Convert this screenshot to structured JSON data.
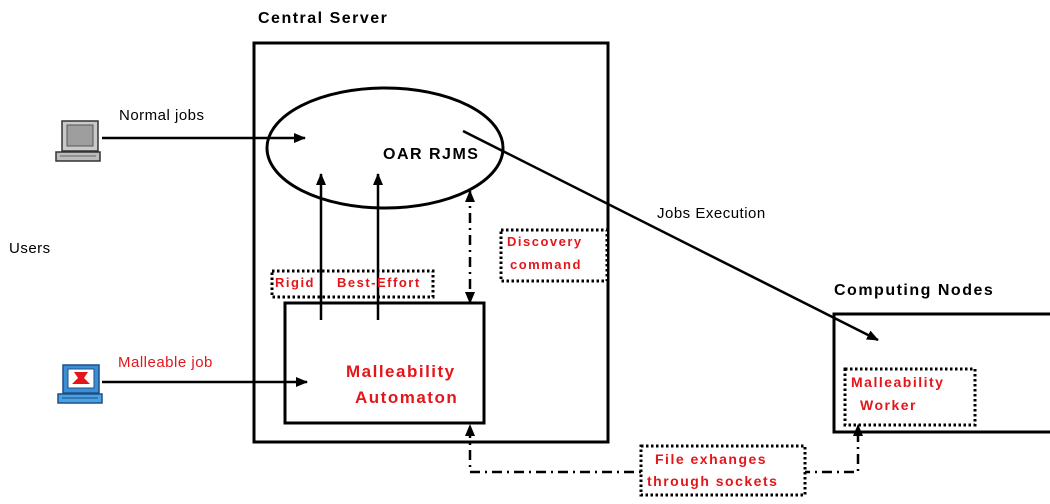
{
  "labels": {
    "central_server": "Central Server",
    "computing_nodes": "Computing Nodes",
    "users": "Users",
    "normal_jobs": "Normal jobs",
    "malleable_job": "Malleable job",
    "oar_rjms": "OAR RJMS",
    "jobs_execution": "Jobs Execution",
    "rigid": "Rigid",
    "best_effort": "Best-Effort",
    "discovery_line1": "Discovery",
    "discovery_line2": "command",
    "automaton_line1": "Malleability",
    "automaton_line2": "Automaton",
    "worker_line1": "Malleability",
    "worker_line2": "Worker",
    "file_line1": "File exhanges",
    "file_line2": "through sockets"
  },
  "colors": {
    "accent_red": "#e3161b",
    "stroke": "#000000"
  },
  "icons": [
    "computer-terminal-icon",
    "computer-monitor-icon"
  ]
}
